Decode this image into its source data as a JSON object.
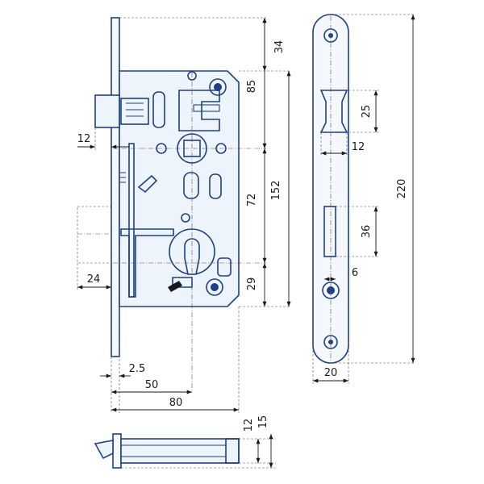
{
  "views": {
    "front": {
      "dims": {
        "d34": "34",
        "d85": "85",
        "d152": "152",
        "d72": "72",
        "d29": "29",
        "d12": "12",
        "d24": "24",
        "d2_5": "2.5",
        "d50": "50",
        "d80": "80"
      }
    },
    "faceplate": {
      "dims": {
        "d25": "25",
        "d12": "12",
        "d220": "220",
        "d36": "36",
        "d6": "6",
        "d20": "20"
      }
    },
    "top": {
      "dims": {
        "d12": "12",
        "d15": "15"
      }
    }
  },
  "colors": {
    "outline": "#1e3f8a",
    "dimension": "#1a1a1a",
    "fill": "#eef4fb"
  }
}
